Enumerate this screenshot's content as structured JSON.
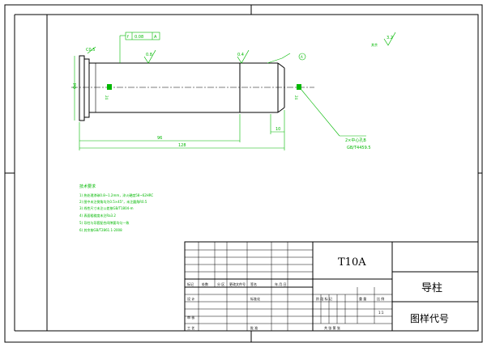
{
  "title_block": {
    "material": "T10A",
    "part_name": "导柱",
    "drawing_no": "图样代号",
    "scale": "1:1",
    "rev_headers": [
      "标记",
      "处数",
      "分 区",
      "更改文件号",
      "签名",
      "年.月.日"
    ],
    "row_design": "设 计",
    "row_standard": "标准化",
    "row_check": "审 核",
    "row_process": "工 艺",
    "row_approve": "批 准",
    "stage_header": [
      "阶 段 标 记",
      "重 量",
      "比 例"
    ],
    "sheet_footer": "共  张  第  张"
  },
  "dimensions": {
    "left_chamfer": "C0.5",
    "tolerance_frame": [
      "f",
      "0.08",
      "A"
    ],
    "length_96": "96",
    "length_128": "128",
    "length_10": "10",
    "diameter": "Φd",
    "angle_left": "24",
    "angle_right": "24",
    "roughness_left": "0.8",
    "roughness_mid": "0.4",
    "roughness_general": "3.2",
    "datum": "A"
  },
  "center_hole_note": [
    "2×中心孔B",
    "GB/T4459.5"
  ],
  "tech_requirements": {
    "heading": "技术要求",
    "items": [
      "1) 热处理渗碳0.8~1.2mm，淬火硬度58~62HRC",
      "2) 图中未注倒角均为0.5×45°，未注圆角R0.5",
      "3) 线性尺寸未注公差按GB/T1804-m",
      "4) 表面粗糙度未注Ra3.2",
      "5) 导柱与导套配合间隙要均匀一致",
      "6) 其余按GB/T2861.1-2008"
    ]
  },
  "roughness_other_label": "其余",
  "colors": {
    "line": "#000000",
    "annot": "#00b800"
  }
}
